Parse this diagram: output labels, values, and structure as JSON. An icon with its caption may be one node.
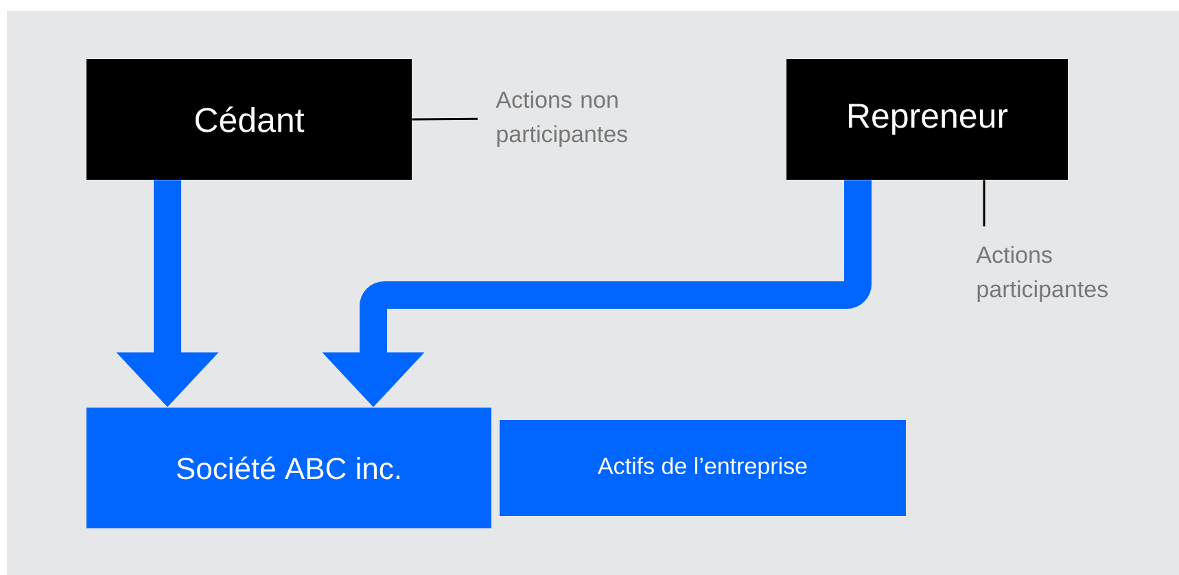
{
  "diagram": {
    "nodes": [
      {
        "text": [
          "Cédant"
        ]
      },
      {
        "text": [
          "Repreneur"
        ]
      },
      {
        "text": [
          "Société ABC inc."
        ]
      },
      {
        "text": [
          "Actifs de l’entreprise"
        ]
      },
      {
        "text": [
          "Actions non participantes"
        ]
      },
      {
        "text": [
          "Actions participantes"
        ]
      }
    ],
    "edges": [
      {
        "from": 0,
        "to": 2,
        "arrow": "to",
        "style": "thick",
        "color": "#0066ff"
      },
      {
        "from": 1,
        "to": 2,
        "arrow": "to",
        "style": "thick",
        "color": "#0066ff"
      },
      {
        "from": 4,
        "to": 0,
        "arrow": "none",
        "color": "#000000"
      },
      {
        "from": 5,
        "to": 1,
        "arrow": "none",
        "color": "#000000"
      }
    ]
  }
}
